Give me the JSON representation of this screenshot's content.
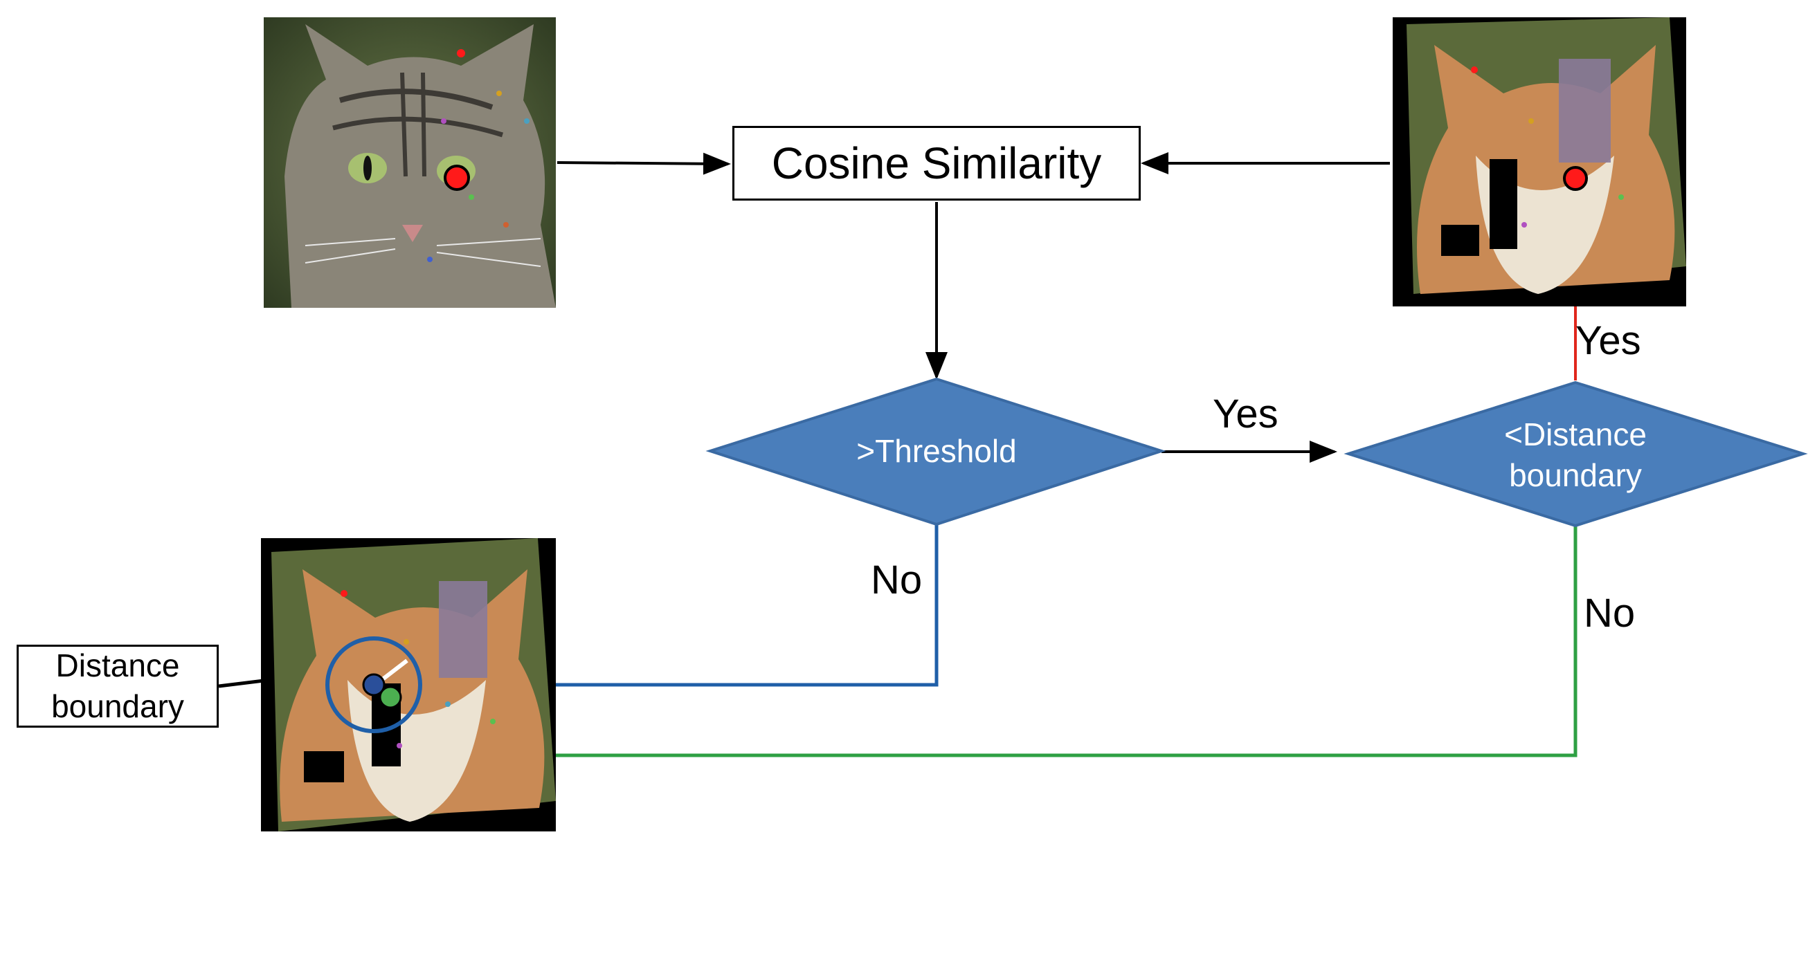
{
  "nodes": {
    "cosine": {
      "label": "Cosine Similarity"
    },
    "threshold": {
      "label": ">Threshold"
    },
    "distance_check": {
      "line1": "<Distance",
      "line2": "boundary"
    },
    "distance_callout": {
      "line1": "Distance",
      "line2": "boundary"
    }
  },
  "edges": {
    "threshold_yes": "Yes",
    "threshold_no": "No",
    "distance_yes": "Yes",
    "distance_no": "No"
  },
  "images": {
    "source": {
      "subject": "tabby cat photo with keypoints"
    },
    "target_top": {
      "subject": "fox photo with occlusion patches and keypoints"
    },
    "target_bottom": {
      "subject": "fox photo with occlusion patches and keypoints"
    }
  },
  "colors": {
    "diamond_fill": "#4a7ebb",
    "diamond_stroke": "#3a6aa3",
    "no_path_blue": "#1f5fa8",
    "no_path_green": "#2ea044",
    "yes_path_red": "#e0261c",
    "keypoint_red": "#ff1a1a",
    "keypoint_blue": "#2a4f9a",
    "keypoint_green": "#4caf50"
  }
}
